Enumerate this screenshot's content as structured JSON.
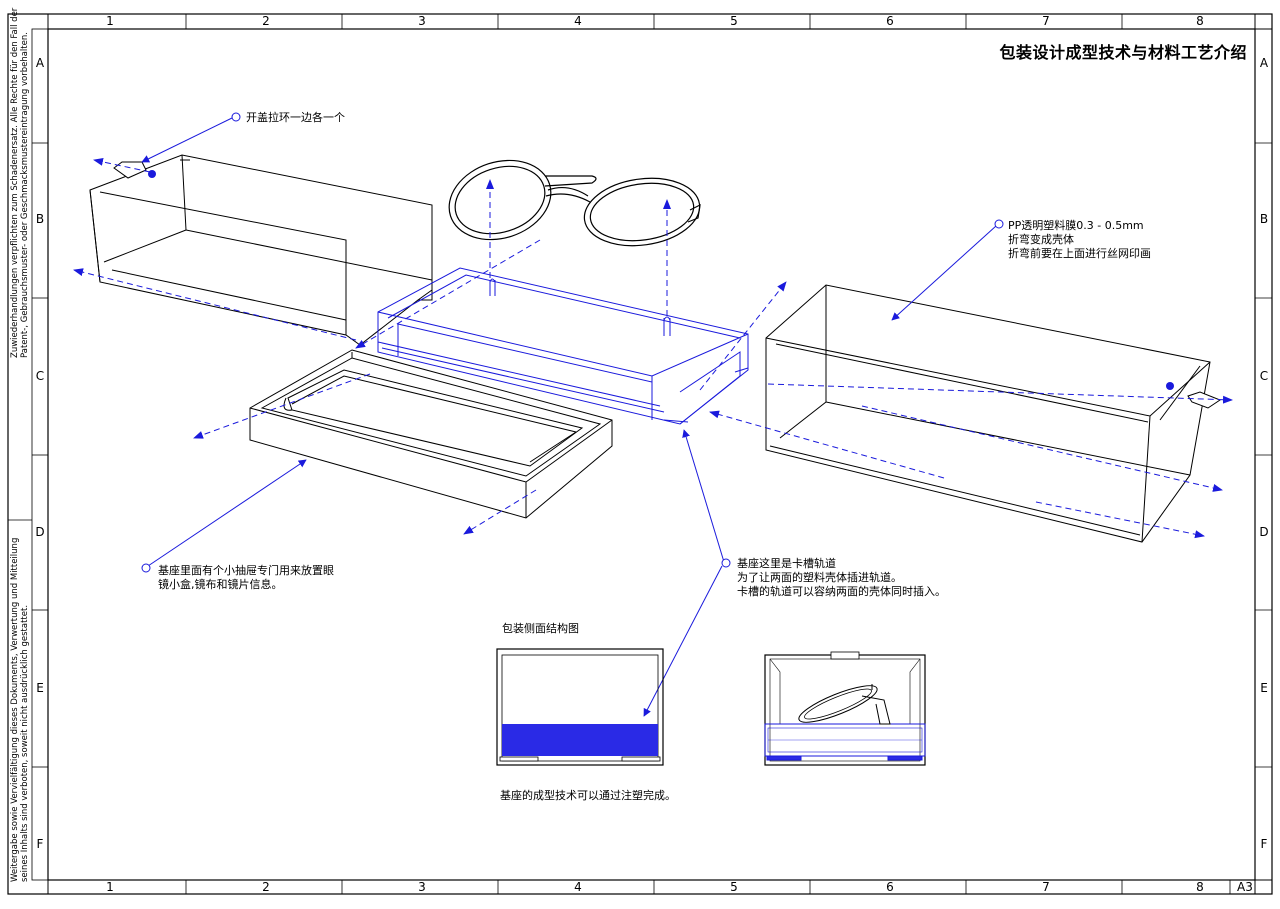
{
  "title": "包装设计成型技术与材料工艺介绍",
  "sheet_format": "A3",
  "columns": [
    "1",
    "2",
    "3",
    "4",
    "5",
    "6",
    "7",
    "8"
  ],
  "rows": [
    "A",
    "B",
    "C",
    "D",
    "E",
    "F"
  ],
  "legal_text_top": {
    "line1": "Zuwiederhandlungen verpflichten zum Schadenersatz. Alle Rechte für den Fall der",
    "line2": "Patent-, Gebrauchsmuster- oder Geschmacksmustereintragung vorbehalten."
  },
  "legal_text_bottom": {
    "line1": "Weitergabe sowie Vervielfältigung dieses Dokuments, Verwertung und Mitteilung",
    "line2": "seines Inhalts sind verboten, soweit nicht ausdrücklich gestattet."
  },
  "annotations": {
    "pull_ring": "开盖拉环一边各一个",
    "pp_film": {
      "line1": "PP透明塑料膜0.3 - 0.5mm",
      "line2": "折弯变成壳体",
      "line3": "折弯前要在上面进行丝网印画"
    },
    "drawer": {
      "line1": "基座里面有个小抽屉专门用来放置眼",
      "line2": "镜小盒,镜布和镜片信息。"
    },
    "rail": {
      "line1": "基座这里是卡槽轨道",
      "line2": "为了让两面的塑料壳体插进轨道。",
      "line3": "卡槽的轨道可以容纳两面的壳体同时插入。"
    },
    "side_view_title": "包装侧面结构图",
    "molding": "基座的成型技术可以通过注塑完成。"
  },
  "colors": {
    "line": "#000000",
    "accent": "#1a1adc",
    "fill": "#2a2ae6"
  }
}
